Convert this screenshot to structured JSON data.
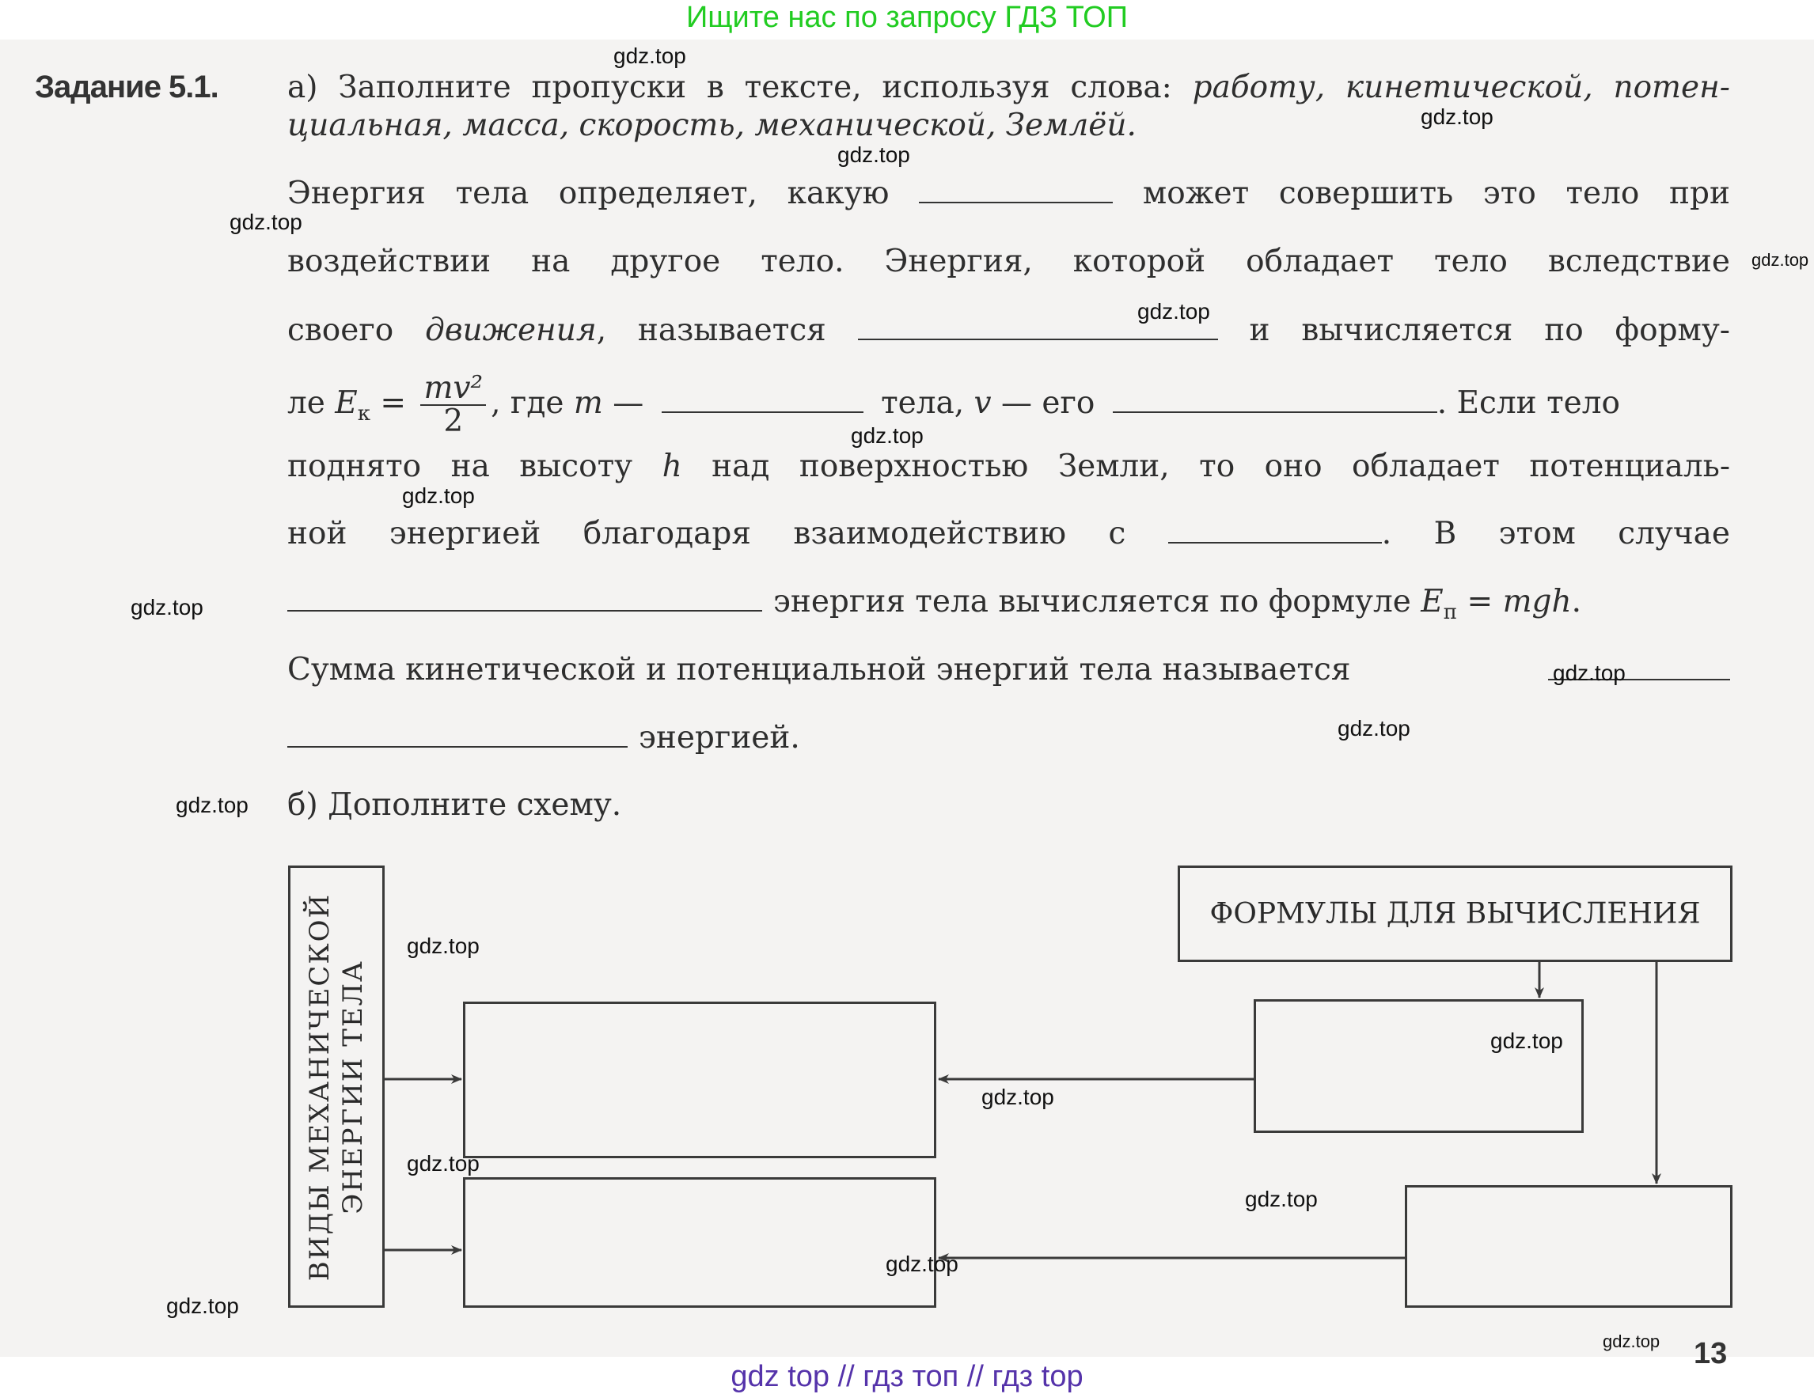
{
  "header_banner": {
    "text": "Ищите нас по запросу ГДЗ ТОП",
    "color": "#22cc22"
  },
  "footer_banner": {
    "text": "gdz top  //  гдз топ  //  гдз top",
    "color": "#5533aa"
  },
  "task": {
    "label": "Задание 5.1.",
    "part_a": {
      "instruction_prefix": "а) Заполните пропуски в тексте, используя слова: ",
      "instruction_words_line1": "работу, кинетической, потен-",
      "instruction_words_line2": "циальная, масса, скорость, механической, Землёй.",
      "lines": {
        "l1_a": "Энергия тела определяет, какую",
        "l1_b": "может совершить это тело при",
        "l2": "воздействии на другое тело. Энергия, которой обладает тело вследствие",
        "l3_a": "своего ",
        "l3_italic": "движения",
        "l3_b": ", называется",
        "l3_c": "и вычисляется по форму-",
        "l4_a": "ле ",
        "l4_E": "E",
        "l4_sub": "к",
        "l4_eq": " = ",
        "l4_num": "mv²",
        "l4_den": "2",
        "l4_b": ", где ",
        "l4_m": "m",
        "l4_dash": " —",
        "l4_c": "тела, ",
        "l4_v": "v",
        "l4_d": " — его",
        "l4_e": ". Если тело",
        "l5_a": "поднято на высоту ",
        "l5_h": "h",
        "l5_b": " над поверхностью Земли, то оно обладает потенциаль-",
        "l6_a": "ной энергией благодаря взаимодействию с",
        "l6_b": ". В этом случае",
        "l7_a": "энергия тела вычисляется по формуле ",
        "l7_E": "E",
        "l7_sub": "п",
        "l7_eq": " = ",
        "l7_mgh": "mgh",
        "l7_dot": ".",
        "l8": "Сумма кинетической и потенциальной энергий тела называется",
        "l9": "энергией."
      }
    },
    "part_b": {
      "instruction": "б) Дополните схему.",
      "diagram": {
        "left_vertical_box_line1": "ВИДЫ МЕХАНИЧЕСКОЙ",
        "left_vertical_box_line2": "ЭНЕРГИИ ТЕЛА",
        "formulas_box": "ФОРМУЛЫ ДЛЯ ВЫЧИСЛЕНИЯ",
        "energy_type_box_1": "",
        "energy_type_box_2": "",
        "formula_box_1": "",
        "formula_box_2": ""
      }
    }
  },
  "page_number": "13",
  "watermarks": [
    "gdz.top",
    "gdz.top",
    "gdz.top",
    "gdz.top",
    "gdz.top",
    "gdz.top",
    "gdz.top",
    "gdz.top",
    "gdz.top",
    "gdz.top",
    "gdz.top",
    "gdz.top",
    "gdz.top",
    "gdz.top",
    "gdz.top",
    "gdz.top",
    "gdz.top",
    "gdz.top",
    "gdz.top",
    "gdz.top"
  ]
}
